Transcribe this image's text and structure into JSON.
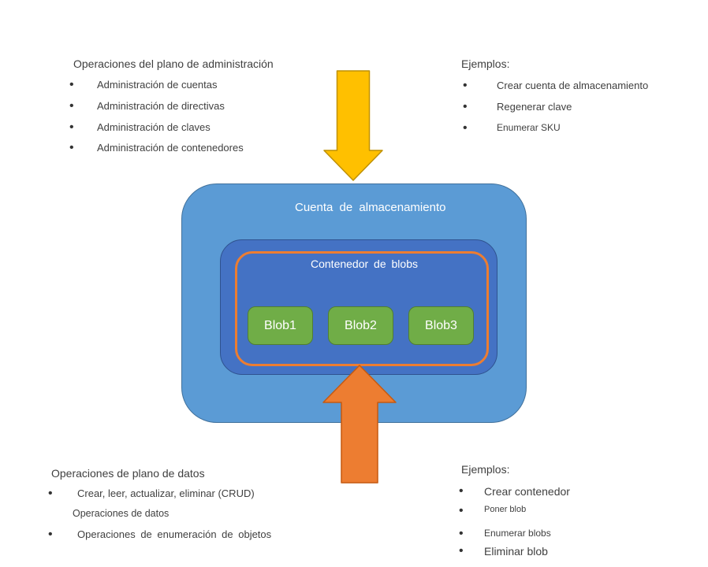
{
  "colors": {
    "text": "#404040",
    "outer_box_fill": "#5B9BD5",
    "outer_box_border": "#41719C",
    "inner_box_fill": "#4472C4",
    "inner_box_border": "#2F528F",
    "orange_ring": "#ED7D31",
    "blob_fill": "#70AD47",
    "blob_border": "#507E32",
    "down_arrow_fill": "#FFC000",
    "down_arrow_border": "#BF9000",
    "up_arrow_fill": "#ED7D31",
    "up_arrow_border": "#C55A11"
  },
  "admin_plane": {
    "title": "Operaciones del plano de administración",
    "items": [
      "Administración de cuentas",
      "Administración de directivas",
      "Administración de claves",
      "Administración de contenedores"
    ]
  },
  "admin_examples": {
    "title": "Ejemplos:",
    "items": [
      "Crear cuenta de almacenamiento",
      "Regenerar clave",
      "Enumerar SKU"
    ]
  },
  "storage_account": {
    "label": "Cuenta de almacenamiento",
    "container_label": "Contenedor de blobs",
    "blobs": [
      "Blob1",
      "Blob2",
      "Blob3"
    ]
  },
  "data_plane": {
    "title": "Operaciones de plano de datos",
    "items": [
      {
        "text": "Crear, leer, actualizar, eliminar (CRUD)",
        "subtext": "Operaciones de datos"
      },
      {
        "text": "Operaciones de enumeración de objetos"
      }
    ]
  },
  "data_examples": {
    "title": "Ejemplos:",
    "items": [
      "Crear contenedor",
      "Poner blob",
      "Enumerar blobs",
      "Eliminar blob"
    ]
  },
  "bullet_glyph": "•"
}
